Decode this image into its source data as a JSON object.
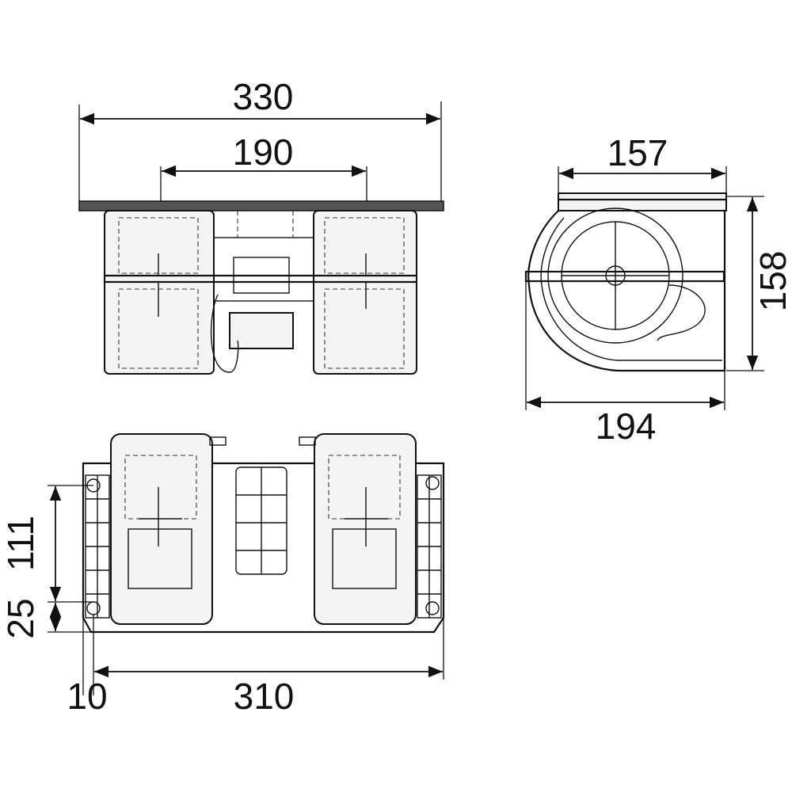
{
  "dimensions": {
    "front_width_overall": "330",
    "front_width_mount": "190",
    "side_width_top": "157",
    "side_height": "158",
    "side_width_bottom": "194",
    "plan_hole_spacing": "111",
    "plan_edge_offset": "25",
    "plan_side_offset": "10",
    "plan_width": "310"
  },
  "colors": {
    "line": "#111111",
    "background": "#ffffff"
  }
}
